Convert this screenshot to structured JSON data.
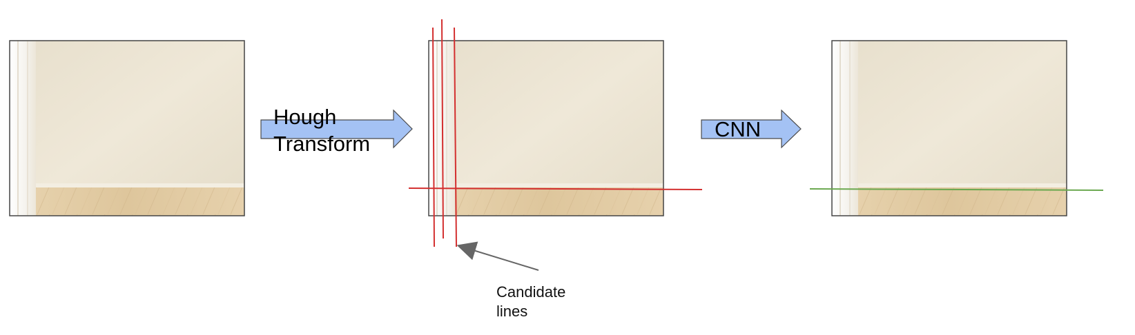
{
  "steps": {
    "hough_label_line1": "Hough",
    "hough_label_line2": "Transform",
    "cnn_label": "CNN"
  },
  "annotation": {
    "line1": "Candidate",
    "line2": "lines"
  },
  "colors": {
    "arrow_fill": "#a4c2f4",
    "arrow_stroke": "#4a4a4a",
    "candidate_line": "#d32f2f",
    "selected_line": "#6aa84f",
    "pointer": "#666666",
    "frame": "#444444"
  }
}
